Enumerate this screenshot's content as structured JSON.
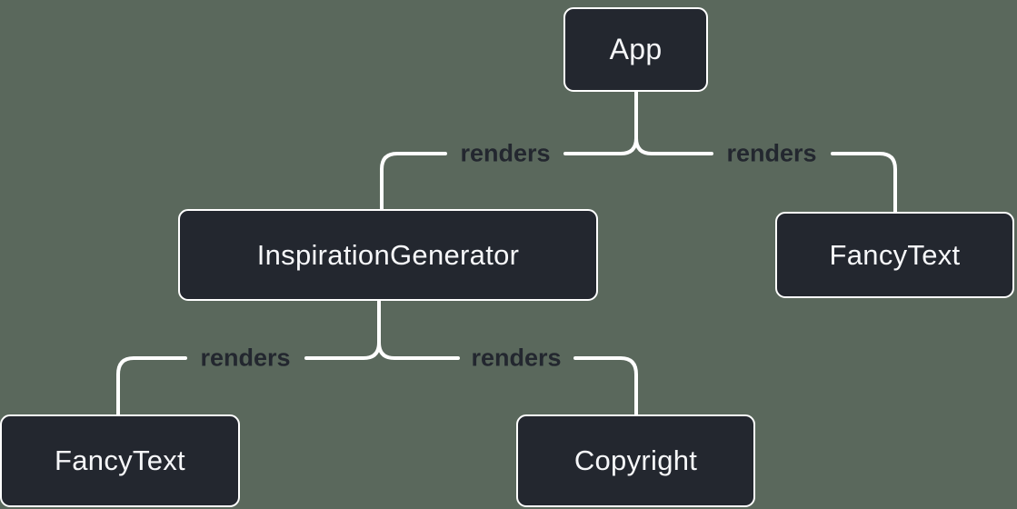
{
  "diagram": {
    "type": "component-render-tree",
    "colors": {
      "background": "#5a685c",
      "node_background": "#23272f",
      "node_border": "#ffffff",
      "node_text": "#f6f7f9",
      "edge_line": "#ffffff",
      "edge_label_text": "#23272f"
    },
    "nodes": [
      {
        "id": "app",
        "label": "App"
      },
      {
        "id": "inspiration-generator",
        "label": "InspirationGenerator"
      },
      {
        "id": "fancy-text-top",
        "label": "FancyText"
      },
      {
        "id": "fancy-text-bottom",
        "label": "FancyText"
      },
      {
        "id": "copyright",
        "label": "Copyright"
      }
    ],
    "edges": [
      {
        "from": "App",
        "to": "InspirationGenerator",
        "label": "renders"
      },
      {
        "from": "App",
        "to": "FancyText",
        "label": "renders"
      },
      {
        "from": "InspirationGenerator",
        "to": "FancyText",
        "label": "renders"
      },
      {
        "from": "InspirationGenerator",
        "to": "Copyright",
        "label": "renders"
      }
    ]
  }
}
